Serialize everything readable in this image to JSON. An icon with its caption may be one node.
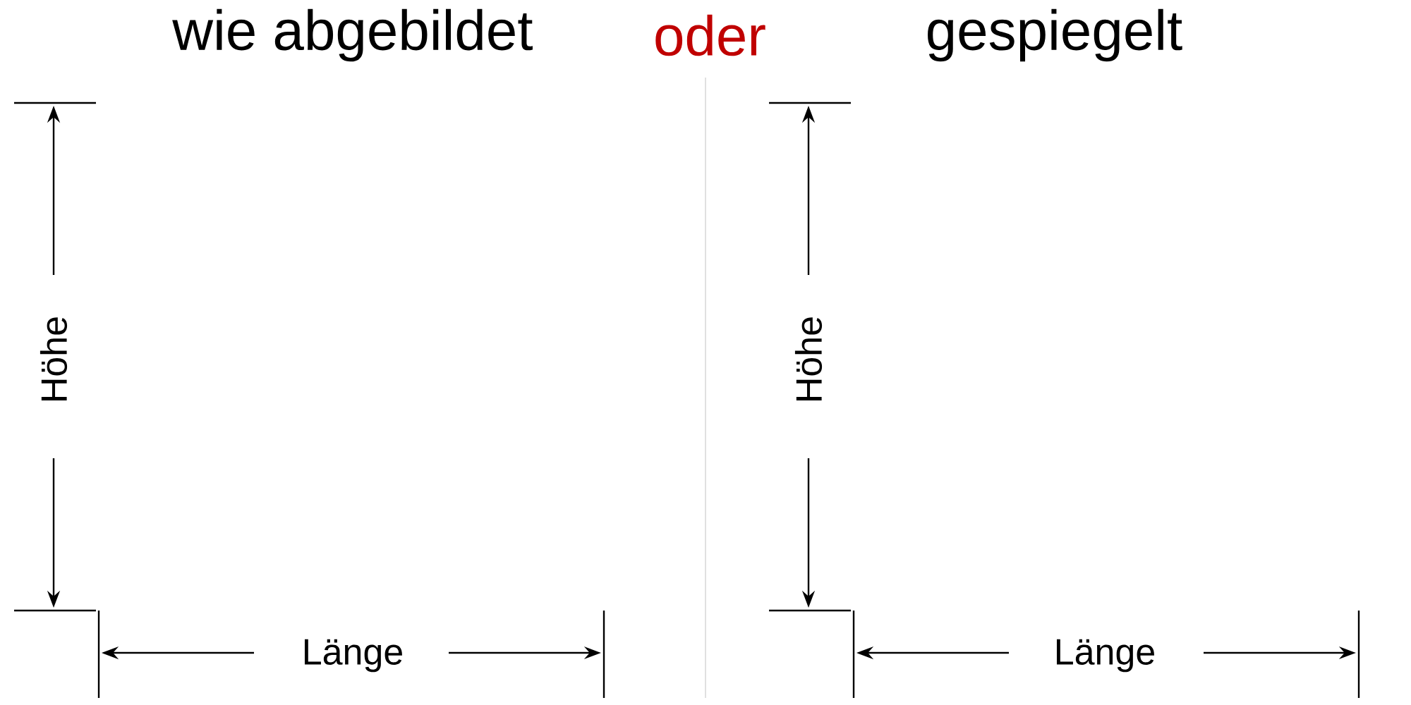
{
  "diagram": {
    "labels": [
      "wie abgebildet",
      "oder",
      "gespiegelt",
      "Höhe",
      "Länge",
      "Höhe",
      "Länge"
    ]
  }
}
